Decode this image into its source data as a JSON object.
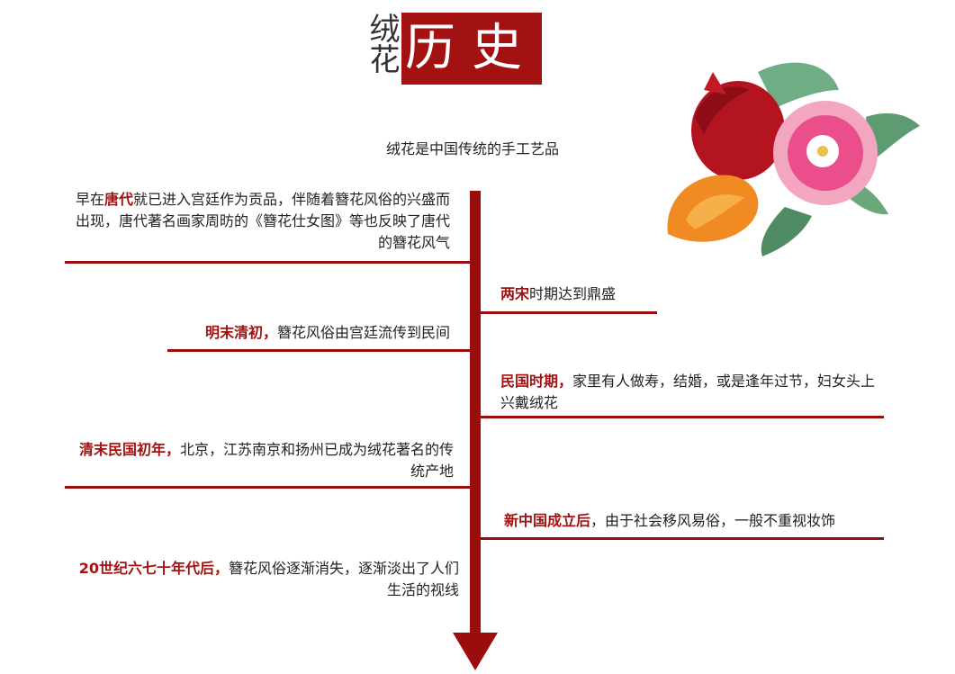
{
  "header": {
    "title_small": "绒花",
    "title_main": "历史",
    "subtitle": "绒花是中国传统的手工艺品"
  },
  "colors": {
    "accent": "#a31212",
    "axis": "#9b0d0d"
  },
  "timeline": [
    {
      "side": "left",
      "pre": "早在",
      "highlight": "唐代",
      "text": "就已进入宫廷作为贡品，伴随着簪花风俗的兴盛而出现，唐代著名画家周昉的《簪花仕女图》等也反映了唐代的簪花风气"
    },
    {
      "side": "right",
      "pre": "",
      "highlight": "两宋",
      "text": "时期达到鼎盛"
    },
    {
      "side": "left",
      "pre": "",
      "highlight": "明末清初，",
      "text": "簪花风俗由宫廷流传到民间"
    },
    {
      "side": "right",
      "pre": "",
      "highlight": "民国时期，",
      "text": "家里有人做寿，结婚，或是逢年过节，妇女头上兴戴绒花"
    },
    {
      "side": "left",
      "pre": "",
      "highlight": "清末民国初年，",
      "text": "北京，江苏南京和扬州已成为绒花著名的传统产地"
    },
    {
      "side": "right",
      "pre": "",
      "highlight": "新中国成立后",
      "text": "，由于社会移风易俗，一般不重视妆饰"
    },
    {
      "side": "left",
      "pre": "",
      "highlight": "20世纪六七十年代后，",
      "text": "簪花风俗逐渐消失，逐渐淡出了人们生活的视线"
    }
  ]
}
